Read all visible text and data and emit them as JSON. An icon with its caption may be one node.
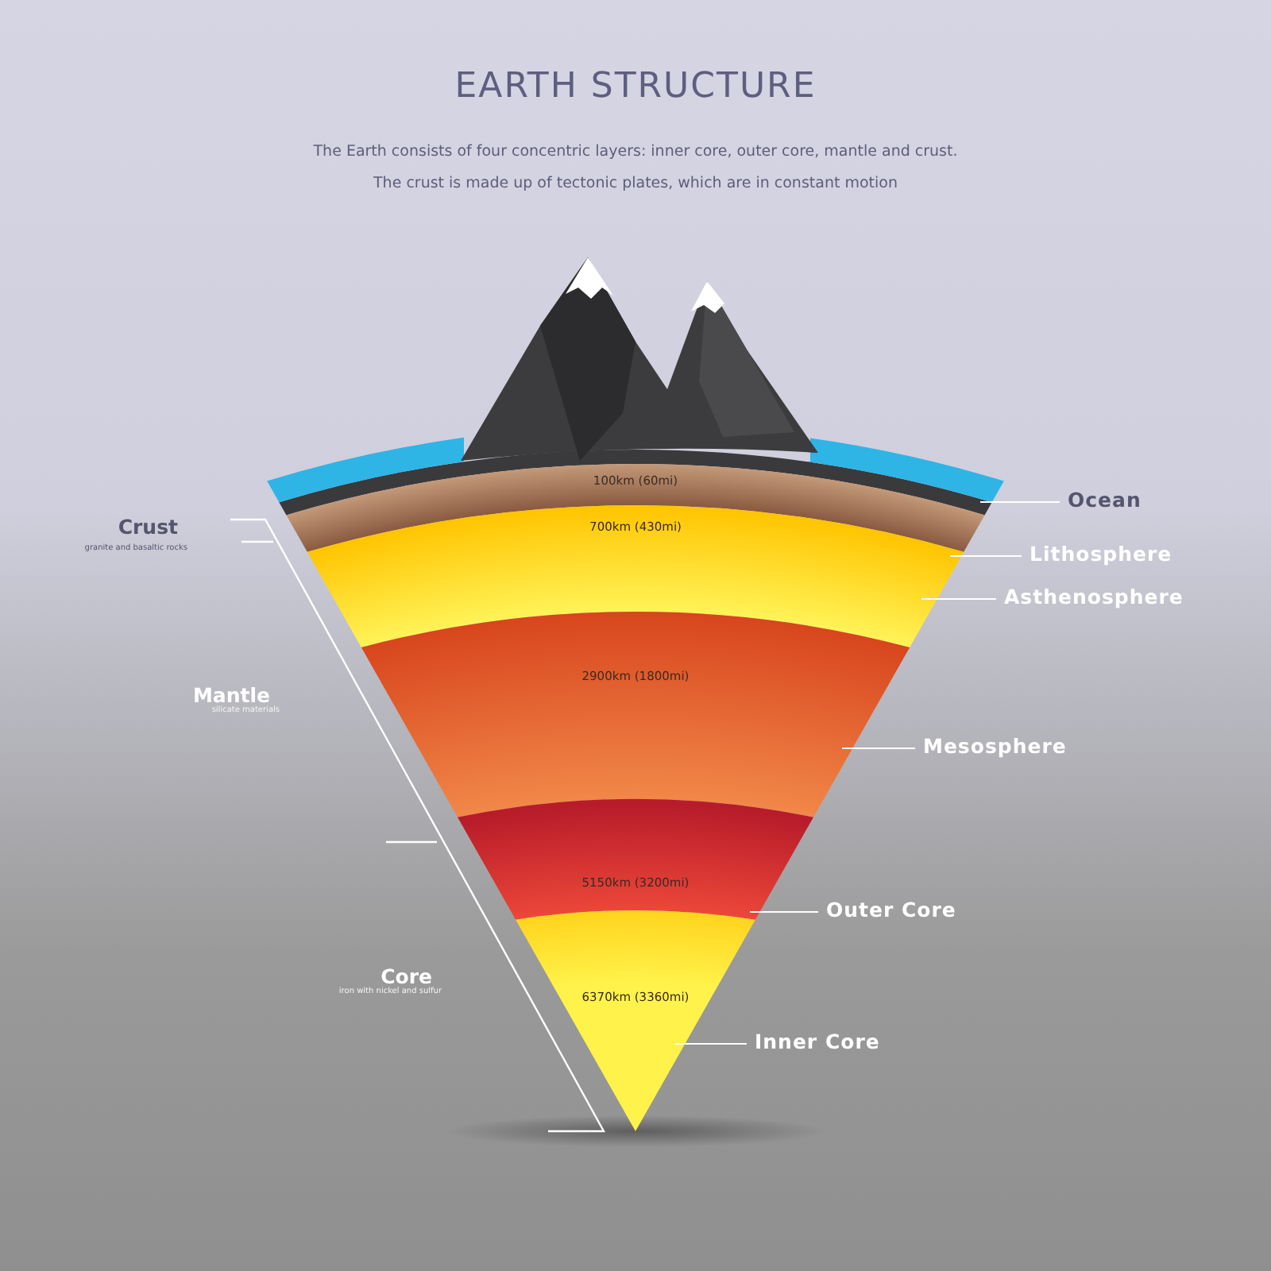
{
  "diagram": {
    "title": "EARTH STRUCTURE",
    "caption": "The Earth consists of four concentric layers: inner core, outer core, mantle and crust. The crust is made up of tectonic plates, which are in constant motion",
    "nodes": [
      {
        "text": [
          "Ocean"
        ]
      },
      {
        "text": [
          "Lithosphere"
        ]
      },
      {
        "text": [
          "Asthenosphere"
        ]
      },
      {
        "text": [
          "Mesosphere"
        ]
      },
      {
        "text": [
          "Outer Core"
        ]
      },
      {
        "text": [
          "Inner Core"
        ]
      },
      {
        "text": [],
        "shape": "band"
      },
      {
        "text": [],
        "shape": "band"
      },
      {
        "text": [
          "100km (60mi)"
        ]
      },
      {
        "text": [
          "700km (430mi)"
        ]
      },
      {
        "text": [
          "2900km (1800mi)"
        ]
      },
      {
        "text": [
          "5150km (3200mi)"
        ]
      },
      {
        "text": [
          "6370km (3360mi)"
        ]
      }
    ],
    "edges": [
      {
        "from": 0,
        "to": 7,
        "arrow": "none"
      },
      {
        "from": 1,
        "to": 8,
        "arrow": "none"
      },
      {
        "from": 2,
        "to": 9,
        "arrow": "none"
      },
      {
        "from": 3,
        "to": 10,
        "arrow": "none"
      },
      {
        "from": 4,
        "to": 11,
        "arrow": "none"
      },
      {
        "from": 5,
        "to": 12,
        "arrow": "none"
      }
    ],
    "labels": [
      "Crust",
      "granite and basaltic rocks",
      "Mantle",
      "silicate materials",
      "Core",
      "iron with nickel and sulfur"
    ]
  }
}
